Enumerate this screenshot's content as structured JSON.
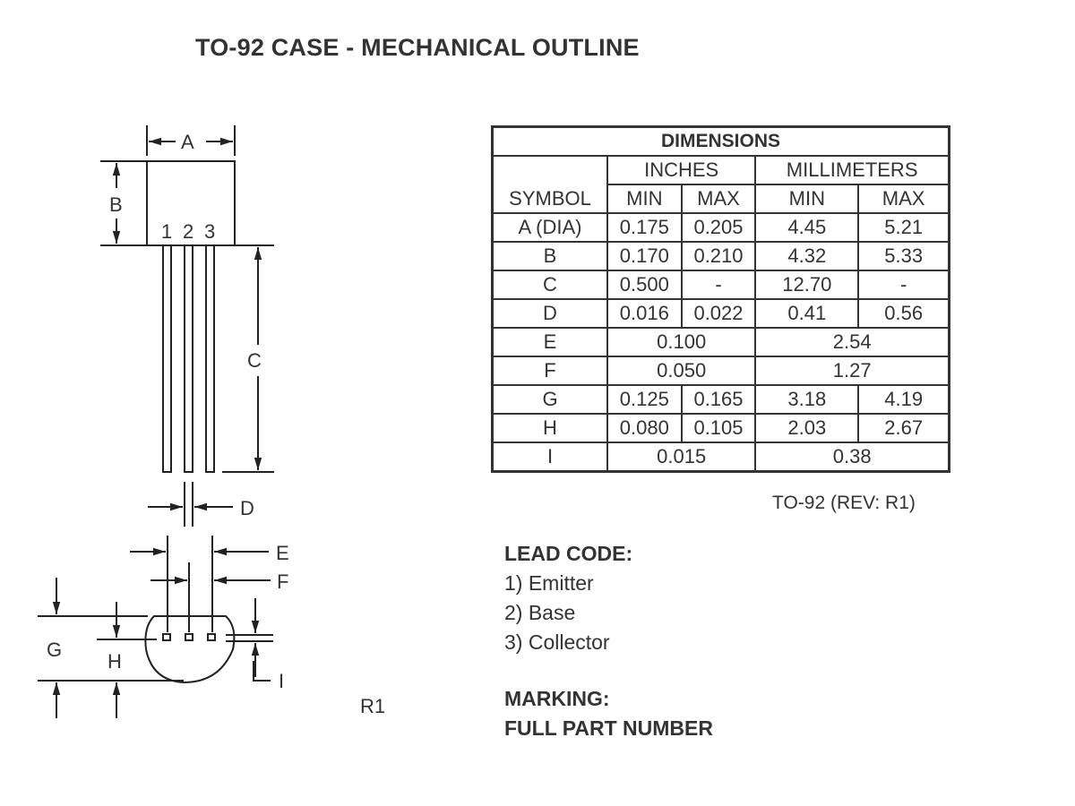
{
  "title": "TO-92 CASE - MECHANICAL OUTLINE",
  "drawing": {
    "labels": {
      "A": "A",
      "B": "B",
      "C": "C",
      "D": "D",
      "E": "E",
      "F": "F",
      "G": "G",
      "H": "H",
      "I": "I"
    },
    "pins": [
      "1",
      "2",
      "3"
    ]
  },
  "table": {
    "title": "DIMENSIONS",
    "symbol_header": "SYMBOL",
    "inches_header": "INCHES",
    "mm_header": "MILLIMETERS",
    "min": "MIN",
    "max": "MAX",
    "rows": [
      {
        "symbol": "A (DIA)",
        "in_min": "0.175",
        "in_max": "0.205",
        "mm_min": "4.45",
        "mm_max": "5.21"
      },
      {
        "symbol": "B",
        "in_min": "0.170",
        "in_max": "0.210",
        "mm_min": "4.32",
        "mm_max": "5.33"
      },
      {
        "symbol": "C",
        "in_min": "0.500",
        "in_max": "-",
        "mm_min": "12.70",
        "mm_max": "-"
      },
      {
        "symbol": "D",
        "in_min": "0.016",
        "in_max": "0.022",
        "mm_min": "0.41",
        "mm_max": "0.56"
      },
      {
        "symbol": "E",
        "in": "0.100",
        "mm": "2.54"
      },
      {
        "symbol": "F",
        "in": "0.050",
        "mm": "1.27"
      },
      {
        "symbol": "G",
        "in_min": "0.125",
        "in_max": "0.165",
        "mm_min": "3.18",
        "mm_max": "4.19"
      },
      {
        "symbol": "H",
        "in_min": "0.080",
        "in_max": "0.105",
        "mm_min": "2.03",
        "mm_max": "2.67"
      },
      {
        "symbol": "I",
        "in": "0.015",
        "mm": "0.38"
      }
    ],
    "revision": "TO-92 (REV: R1)"
  },
  "lead_code": {
    "heading": "LEAD CODE:",
    "items": [
      "1) Emitter",
      "2) Base",
      "3) Collector"
    ]
  },
  "marking": {
    "heading": "MARKING:",
    "value": "FULL PART NUMBER"
  },
  "revision_label": "R1"
}
